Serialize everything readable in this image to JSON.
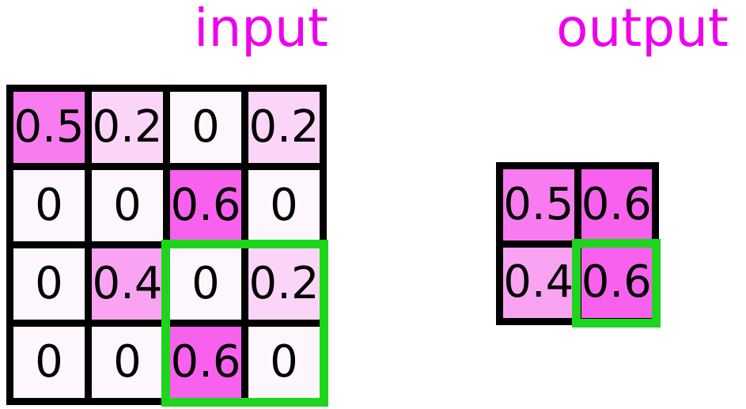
{
  "titles": {
    "input": "input",
    "output": "output"
  },
  "input_grid": {
    "rows": [
      [
        "0.5",
        "0.2",
        "0",
        "0.2"
      ],
      [
        "0",
        "0",
        "0.6",
        "0"
      ],
      [
        "0",
        "0.4",
        "0",
        "0.2"
      ],
      [
        "0",
        "0",
        "0.6",
        "0"
      ]
    ]
  },
  "output_grid": {
    "rows": [
      [
        "0.5",
        "0.6"
      ],
      [
        "0.4",
        "0.6"
      ]
    ]
  },
  "highlight": {
    "color": "#1ed51e",
    "input_region": "rows 3-4, cols 3-4",
    "output_region": "row 2, col 2"
  },
  "colors": {
    "title": "#ee00ee",
    "grid_line": "#000000",
    "cell_text": "#000000",
    "cell_values": {
      "0": "#fdf7fd",
      "0.2": "#fbd5f7",
      "0.4": "#f9a3f2",
      "0.5": "#f87cef",
      "0.6": "#f861ee"
    }
  }
}
